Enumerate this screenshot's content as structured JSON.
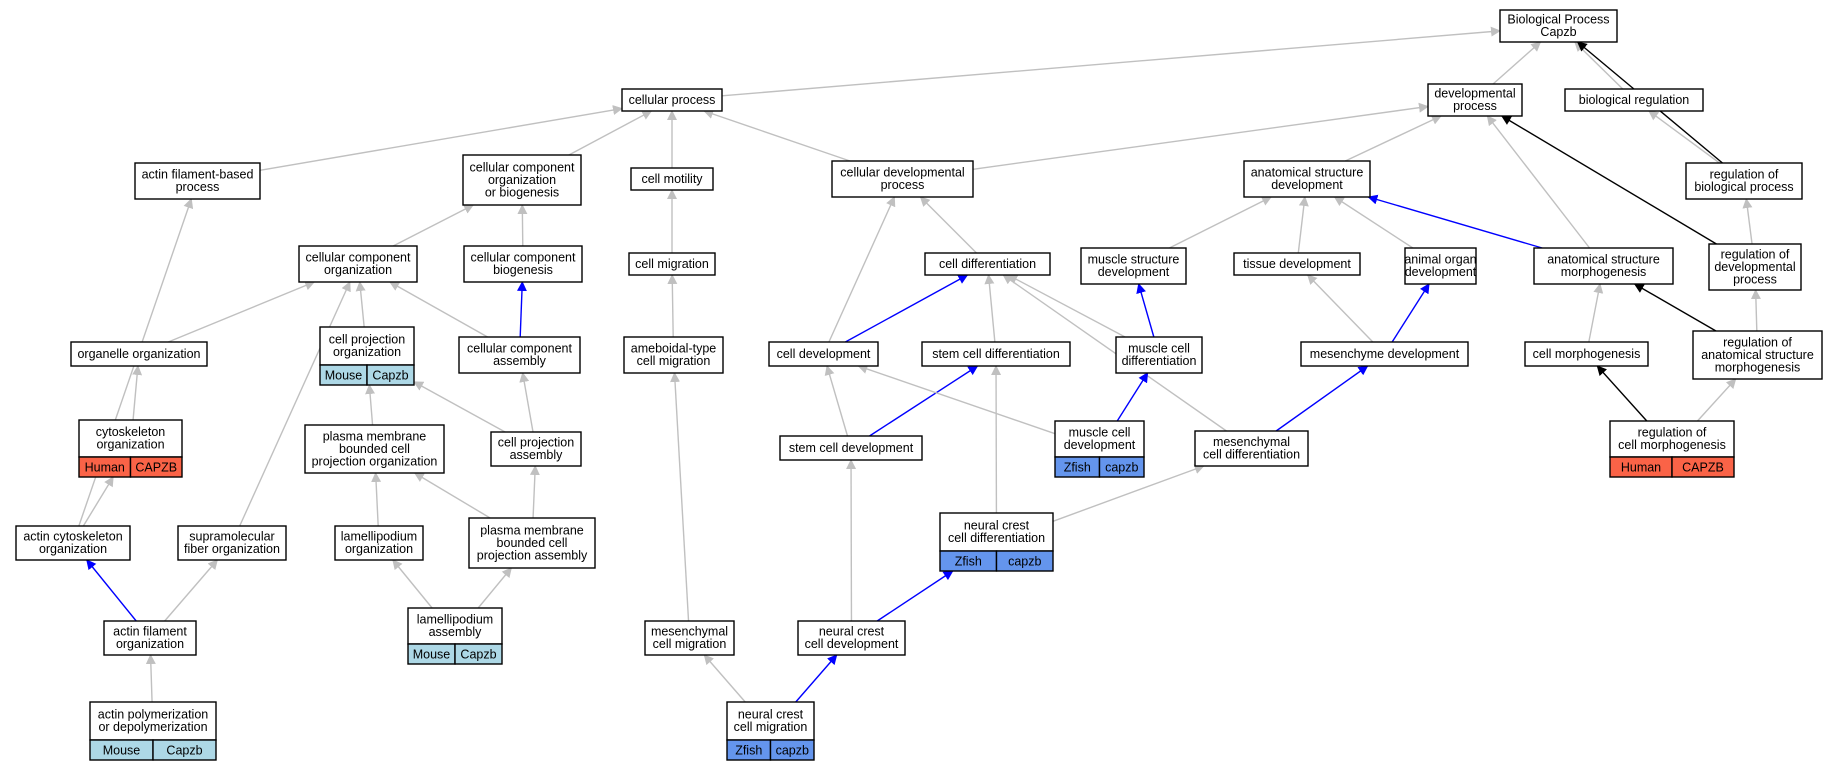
{
  "colors": {
    "mouse": "#add8e6",
    "human": "#fa6347",
    "zfish": "#6495ed",
    "edge_gray": "#c0c0c0",
    "edge_blue": "#0000ff",
    "edge_black": "#000000"
  },
  "nodes": [
    {
      "id": "bp",
      "lines": [
        "Biological Process",
        "Capzb"
      ]
    },
    {
      "id": "cp",
      "lines": [
        "cellular process"
      ]
    },
    {
      "id": "dp",
      "lines": [
        "developmental",
        "process"
      ]
    },
    {
      "id": "breg",
      "lines": [
        "biological regulation"
      ]
    },
    {
      "id": "afbp",
      "lines": [
        "actin filament-based",
        "process"
      ]
    },
    {
      "id": "ccob",
      "lines": [
        "cellular component",
        "organization",
        "or biogenesis"
      ]
    },
    {
      "id": "cmot",
      "lines": [
        "cell motility"
      ]
    },
    {
      "id": "cdp",
      "lines": [
        "cellular developmental",
        "process"
      ]
    },
    {
      "id": "asd",
      "lines": [
        "anatomical structure",
        "development"
      ]
    },
    {
      "id": "rbp",
      "lines": [
        "regulation of",
        "biological process"
      ]
    },
    {
      "id": "cco",
      "lines": [
        "cellular component",
        "organization"
      ]
    },
    {
      "id": "ccb",
      "lines": [
        "cellular component",
        "biogenesis"
      ]
    },
    {
      "id": "cmig",
      "lines": [
        "cell migration"
      ]
    },
    {
      "id": "cdiff",
      "lines": [
        "cell differentiation"
      ]
    },
    {
      "id": "msd",
      "lines": [
        "muscle structure",
        "development"
      ]
    },
    {
      "id": "tdev",
      "lines": [
        "tissue development"
      ]
    },
    {
      "id": "aod",
      "lines": [
        "animal organ",
        "development"
      ]
    },
    {
      "id": "asm",
      "lines": [
        "anatomical structure",
        "morphogenesis"
      ]
    },
    {
      "id": "rdp",
      "lines": [
        "regulation of",
        "developmental",
        "process"
      ]
    },
    {
      "id": "oorg",
      "lines": [
        "organelle organization"
      ]
    },
    {
      "id": "cpo",
      "lines": [
        "cell projection",
        "organization"
      ],
      "tags": [
        {
          "species": "Mouse",
          "gene": "Capzb",
          "color": "mouse"
        }
      ]
    },
    {
      "id": "cca",
      "lines": [
        "cellular component",
        "assembly"
      ]
    },
    {
      "id": "acm",
      "lines": [
        "ameboidal-type",
        "cell migration"
      ]
    },
    {
      "id": "cdev",
      "lines": [
        "cell development"
      ]
    },
    {
      "id": "scdiff",
      "lines": [
        "stem cell differentiation"
      ]
    },
    {
      "id": "mcdiff",
      "lines": [
        "muscle cell",
        "differentiation"
      ]
    },
    {
      "id": "mdev",
      "lines": [
        "mesenchyme development"
      ]
    },
    {
      "id": "cmorph",
      "lines": [
        "cell morphogenesis"
      ]
    },
    {
      "id": "rasm",
      "lines": [
        "regulation of",
        "anatomical structure",
        "morphogenesis"
      ]
    },
    {
      "id": "cyto",
      "lines": [
        "cytoskeleton",
        "organization"
      ],
      "tags": [
        {
          "species": "Human",
          "gene": "CAPZB",
          "color": "human"
        }
      ]
    },
    {
      "id": "pmbcpo",
      "lines": [
        "plasma membrane",
        "bounded cell",
        "projection organization"
      ]
    },
    {
      "id": "cpa",
      "lines": [
        "cell projection",
        "assembly"
      ]
    },
    {
      "id": "scdev",
      "lines": [
        "stem cell development"
      ]
    },
    {
      "id": "mcdev",
      "lines": [
        "muscle cell",
        "development"
      ],
      "tags": [
        {
          "species": "Zfish",
          "gene": "capzb",
          "color": "zfish"
        }
      ]
    },
    {
      "id": "mescd",
      "lines": [
        "mesenchymal",
        "cell differentiation"
      ]
    },
    {
      "id": "rcm",
      "lines": [
        "regulation of",
        "cell morphogenesis"
      ],
      "tags": [
        {
          "species": "Human",
          "gene": "CAPZB",
          "color": "human"
        }
      ]
    },
    {
      "id": "aco",
      "lines": [
        "actin cytoskeleton",
        "organization"
      ]
    },
    {
      "id": "sfo",
      "lines": [
        "supramolecular",
        "fiber organization"
      ]
    },
    {
      "id": "lamo",
      "lines": [
        "lamellipodium",
        "organization"
      ]
    },
    {
      "id": "pmbcpa",
      "lines": [
        "plasma membrane",
        "bounded cell",
        "projection assembly"
      ]
    },
    {
      "id": "ncd",
      "lines": [
        "neural crest",
        "cell differentiation"
      ],
      "tags": [
        {
          "species": "Zfish",
          "gene": "capzb",
          "color": "zfish"
        }
      ]
    },
    {
      "id": "afo",
      "lines": [
        "actin filament",
        "organization"
      ]
    },
    {
      "id": "lama",
      "lines": [
        "lamellipodium",
        "assembly"
      ],
      "tags": [
        {
          "species": "Mouse",
          "gene": "Capzb",
          "color": "mouse"
        }
      ]
    },
    {
      "id": "mescm",
      "lines": [
        "mesenchymal",
        "cell migration"
      ]
    },
    {
      "id": "ncdev",
      "lines": [
        "neural crest",
        "cell development"
      ]
    },
    {
      "id": "apd",
      "lines": [
        "actin polymerization",
        "or depolymerization"
      ],
      "tags": [
        {
          "species": "Mouse",
          "gene": "Capzb",
          "color": "mouse"
        }
      ]
    },
    {
      "id": "ncm",
      "lines": [
        "neural crest",
        "cell migration"
      ],
      "tags": [
        {
          "species": "Zfish",
          "gene": "capzb",
          "color": "zfish"
        }
      ]
    }
  ],
  "edges": [
    {
      "from": "cp",
      "to": "bp",
      "color": "gray"
    },
    {
      "from": "dp",
      "to": "bp",
      "color": "gray"
    },
    {
      "from": "breg",
      "to": "bp",
      "color": "gray"
    },
    {
      "from": "rbp",
      "to": "bp",
      "color": "black"
    },
    {
      "from": "afbp",
      "to": "cp",
      "color": "gray"
    },
    {
      "from": "ccob",
      "to": "cp",
      "color": "gray"
    },
    {
      "from": "cmot",
      "to": "cp",
      "color": "gray"
    },
    {
      "from": "cdp",
      "to": "cp",
      "color": "gray"
    },
    {
      "from": "cdp",
      "to": "dp",
      "color": "gray"
    },
    {
      "from": "asd",
      "to": "dp",
      "color": "gray"
    },
    {
      "from": "asm",
      "to": "dp",
      "color": "gray"
    },
    {
      "from": "rdp",
      "to": "dp",
      "color": "black"
    },
    {
      "from": "rbp",
      "to": "breg",
      "color": "gray"
    },
    {
      "from": "rdp",
      "to": "rbp",
      "color": "gray"
    },
    {
      "from": "cco",
      "to": "ccob",
      "color": "gray"
    },
    {
      "from": "ccb",
      "to": "ccob",
      "color": "gray"
    },
    {
      "from": "cmig",
      "to": "cmot",
      "color": "gray"
    },
    {
      "from": "cdiff",
      "to": "cdp",
      "color": "gray"
    },
    {
      "from": "cdev",
      "to": "cdp",
      "color": "gray"
    },
    {
      "from": "msd",
      "to": "asd",
      "color": "gray"
    },
    {
      "from": "tdev",
      "to": "asd",
      "color": "gray"
    },
    {
      "from": "aod",
      "to": "asd",
      "color": "gray"
    },
    {
      "from": "asm",
      "to": "asd",
      "color": "blue"
    },
    {
      "from": "cmorph",
      "to": "asm",
      "color": "gray"
    },
    {
      "from": "rasm",
      "to": "asm",
      "color": "black"
    },
    {
      "from": "rasm",
      "to": "rdp",
      "color": "gray"
    },
    {
      "from": "rcm",
      "to": "cmorph",
      "color": "black"
    },
    {
      "from": "rcm",
      "to": "rasm",
      "color": "gray"
    },
    {
      "from": "oorg",
      "to": "cco",
      "color": "gray"
    },
    {
      "from": "cpo",
      "to": "cco",
      "color": "gray"
    },
    {
      "from": "cca",
      "to": "cco",
      "color": "gray"
    },
    {
      "from": "cca",
      "to": "ccb",
      "color": "blue"
    },
    {
      "from": "sfo",
      "to": "cco",
      "color": "gray"
    },
    {
      "from": "acm",
      "to": "cmig",
      "color": "gray"
    },
    {
      "from": "cdev",
      "to": "cdiff",
      "color": "blue"
    },
    {
      "from": "scdiff",
      "to": "cdiff",
      "color": "gray"
    },
    {
      "from": "mcdiff",
      "to": "cdiff",
      "color": "gray"
    },
    {
      "from": "mescd",
      "to": "cdiff",
      "color": "gray"
    },
    {
      "from": "mcdiff",
      "to": "msd",
      "color": "blue"
    },
    {
      "from": "mdev",
      "to": "tdev",
      "color": "gray"
    },
    {
      "from": "mdev",
      "to": "aod",
      "color": "blue"
    },
    {
      "from": "cyto",
      "to": "oorg",
      "color": "gray"
    },
    {
      "from": "pmbcpo",
      "to": "cpo",
      "color": "gray"
    },
    {
      "from": "cpa",
      "to": "cpo",
      "color": "gray"
    },
    {
      "from": "cpa",
      "to": "cca",
      "color": "gray"
    },
    {
      "from": "scdev",
      "to": "cdev",
      "color": "gray"
    },
    {
      "from": "scdev",
      "to": "scdiff",
      "color": "blue"
    },
    {
      "from": "mcdev",
      "to": "cdev",
      "color": "gray"
    },
    {
      "from": "mcdev",
      "to": "mcdiff",
      "color": "blue"
    },
    {
      "from": "mescd",
      "to": "mdev",
      "color": "blue"
    },
    {
      "from": "aco",
      "to": "cyto",
      "color": "gray"
    },
    {
      "from": "aco",
      "to": "afbp",
      "color": "gray"
    },
    {
      "from": "pmbcpa",
      "to": "pmbcpo",
      "color": "gray"
    },
    {
      "from": "pmbcpa",
      "to": "cpa",
      "color": "gray"
    },
    {
      "from": "lamo",
      "to": "pmbcpo",
      "color": "gray"
    },
    {
      "from": "ncd",
      "to": "mescd",
      "color": "gray"
    },
    {
      "from": "ncd",
      "to": "scdiff",
      "color": "gray"
    },
    {
      "from": "afo",
      "to": "aco",
      "color": "blue"
    },
    {
      "from": "afo",
      "to": "sfo",
      "color": "gray"
    },
    {
      "from": "lama",
      "to": "lamo",
      "color": "gray"
    },
    {
      "from": "lama",
      "to": "pmbcpa",
      "color": "gray"
    },
    {
      "from": "mescm",
      "to": "acm",
      "color": "gray"
    },
    {
      "from": "ncdev",
      "to": "scdev",
      "color": "gray"
    },
    {
      "from": "ncdev",
      "to": "ncd",
      "color": "blue"
    },
    {
      "from": "apd",
      "to": "afo",
      "color": "gray"
    },
    {
      "from": "ncm",
      "to": "mescm",
      "color": "gray"
    },
    {
      "from": "ncm",
      "to": "ncdev",
      "color": "blue"
    }
  ]
}
